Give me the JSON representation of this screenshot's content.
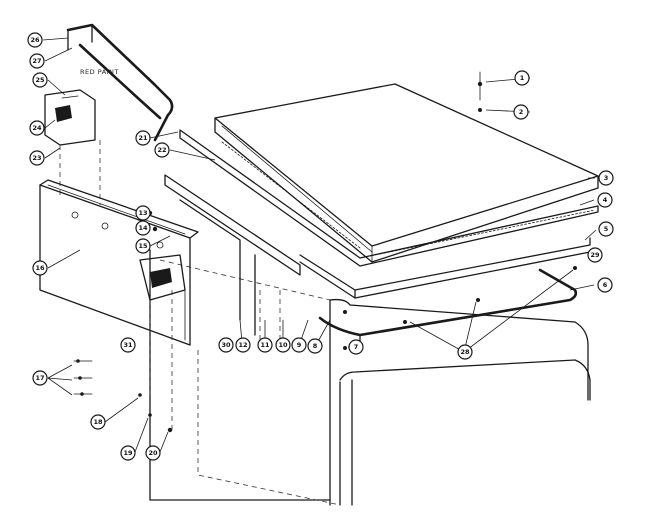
{
  "note_text": "RED PAINT",
  "callouts": {
    "c1": "1",
    "c2": "2",
    "c3": "3",
    "c4": "4",
    "c5": "5",
    "c6": "6",
    "c7": "7",
    "c8": "8",
    "c9": "9",
    "c10": "10",
    "c11": "11",
    "c12": "12",
    "c13": "13",
    "c14": "14",
    "c15": "15",
    "c16": "16",
    "c17": "17",
    "c18": "18",
    "c19": "19",
    "c20": "20",
    "c21": "21",
    "c22": "22",
    "c23": "23",
    "c24": "24",
    "c25": "25",
    "c26": "26",
    "c27": "27",
    "c28": "28",
    "c29": "29",
    "c30": "30",
    "c31": "31"
  }
}
